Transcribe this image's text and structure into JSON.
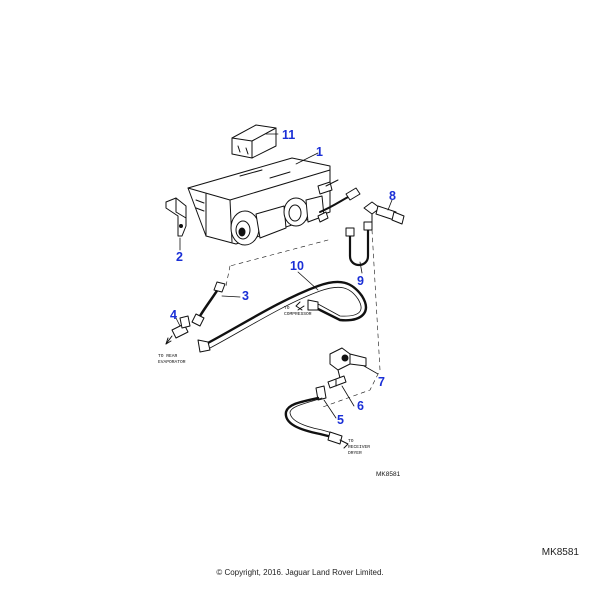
{
  "diagram": {
    "callouts": [
      "1",
      "2",
      "3",
      "4",
      "5",
      "6",
      "7",
      "8",
      "9",
      "10",
      "11"
    ],
    "notes": {
      "to_compressor": [
        "TO",
        "COMPRESSOR"
      ],
      "to_rear_evaporator": [
        "TO REAR",
        "EVAPORATOR"
      ],
      "to_receiver_dryer": [
        "TO",
        "RECEIVER",
        "DRYER"
      ]
    },
    "drawing_code": "MK8581"
  },
  "footer": {
    "reference_code": "MK8581",
    "copyright": "© Copyright, 2016. Jaguar Land Rover Limited."
  },
  "colors": {
    "callout": "#1a2fd6",
    "ink": "#111111",
    "background": "#ffffff"
  }
}
